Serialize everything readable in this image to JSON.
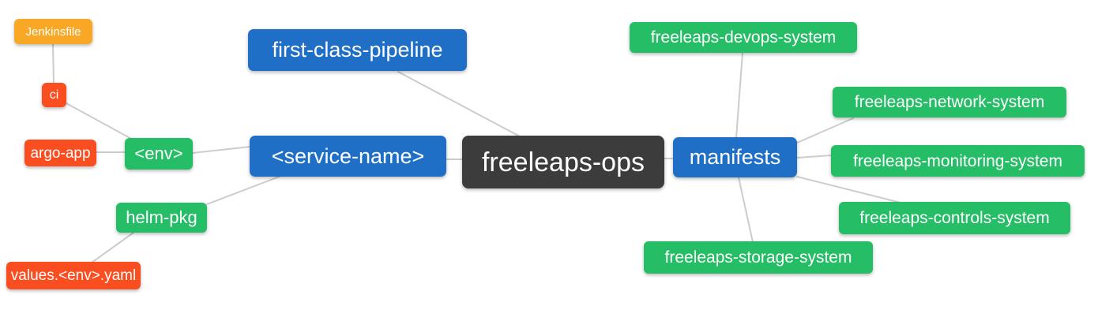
{
  "diagram_title": "freeleaps-ops mind map",
  "colors": {
    "root_bg": "#3C3C3C",
    "primary_bg": "#1F6FC7",
    "secondary_bg": "#25BE66",
    "tertiary_bg": "#FA4D20",
    "quaternary_bg": "#F9A826",
    "edge": "#CCCCCC",
    "node_text": "#FFFFFF",
    "canvas_bg": "#FFFFFF"
  },
  "nodes": {
    "root": {
      "label": "freeleaps-ops"
    },
    "service_name": {
      "label": "<service-name>"
    },
    "first_class_pipeline": {
      "label": "first-class-pipeline"
    },
    "manifests": {
      "label": "manifests"
    },
    "env": {
      "label": "<env>"
    },
    "helm_pkg": {
      "label": "helm-pkg"
    },
    "ci": {
      "label": "ci"
    },
    "argo_app": {
      "label": "argo-app"
    },
    "jenkinsfile": {
      "label": "Jenkinsfile"
    },
    "values_env_yaml": {
      "label": "values.<env>.yaml"
    },
    "devops_system": {
      "label": "freeleaps-devops-system"
    },
    "network_system": {
      "label": "freeleaps-network-system"
    },
    "monitoring_system": {
      "label": "freeleaps-monitoring-system"
    },
    "controls_system": {
      "label": "freeleaps-controls-system"
    },
    "storage_system": {
      "label": "freeleaps-storage-system"
    }
  },
  "edges": [
    [
      "jenkinsfile",
      "ci"
    ],
    [
      "ci",
      "env"
    ],
    [
      "argo_app",
      "env"
    ],
    [
      "env",
      "service_name"
    ],
    [
      "helm_pkg",
      "service_name"
    ],
    [
      "values_env_yaml",
      "helm_pkg"
    ],
    [
      "service_name",
      "root"
    ],
    [
      "first_class_pipeline",
      "root"
    ],
    [
      "root",
      "manifests"
    ],
    [
      "manifests",
      "devops_system"
    ],
    [
      "manifests",
      "network_system"
    ],
    [
      "manifests",
      "monitoring_system"
    ],
    [
      "manifests",
      "controls_system"
    ],
    [
      "manifests",
      "storage_system"
    ]
  ]
}
